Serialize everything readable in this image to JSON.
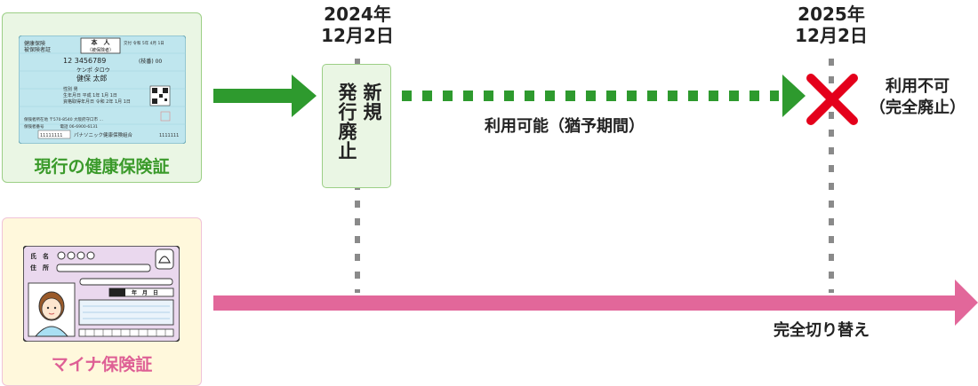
{
  "current_card": {
    "label": "現行の健康保険証",
    "card_header": "健康保険\n被保険者証",
    "card_box": "本　人",
    "card_box_sub": "（被保険者）",
    "card_number": "12 3456789",
    "card_kana": "ケンポ タロウ",
    "card_name": "健保 太郎",
    "card_footer": "パナソニック健康保険組合"
  },
  "myna_card": {
    "label": "マイナ保険証",
    "field_name": "氏　名",
    "field_name_value": "〇〇〇〇",
    "field_address": "住　所",
    "field_date": "年　月　日"
  },
  "timeline": {
    "date1": [
      "2024年",
      "12月2日"
    ],
    "date2": [
      "2025年",
      "12月2日"
    ],
    "abolish_col1": "新規",
    "abolish_col2": "発行廃止",
    "grace_period": "利用可能（猶予期間）",
    "unavailable_line1": "利用不可",
    "unavailable_line2": "（完全廃止）",
    "full_switch": "完全切り替え"
  },
  "colors": {
    "green": "#2e9a2e",
    "pink": "#e2679a",
    "red": "#e4001b",
    "gray": "#8a8a8a"
  }
}
